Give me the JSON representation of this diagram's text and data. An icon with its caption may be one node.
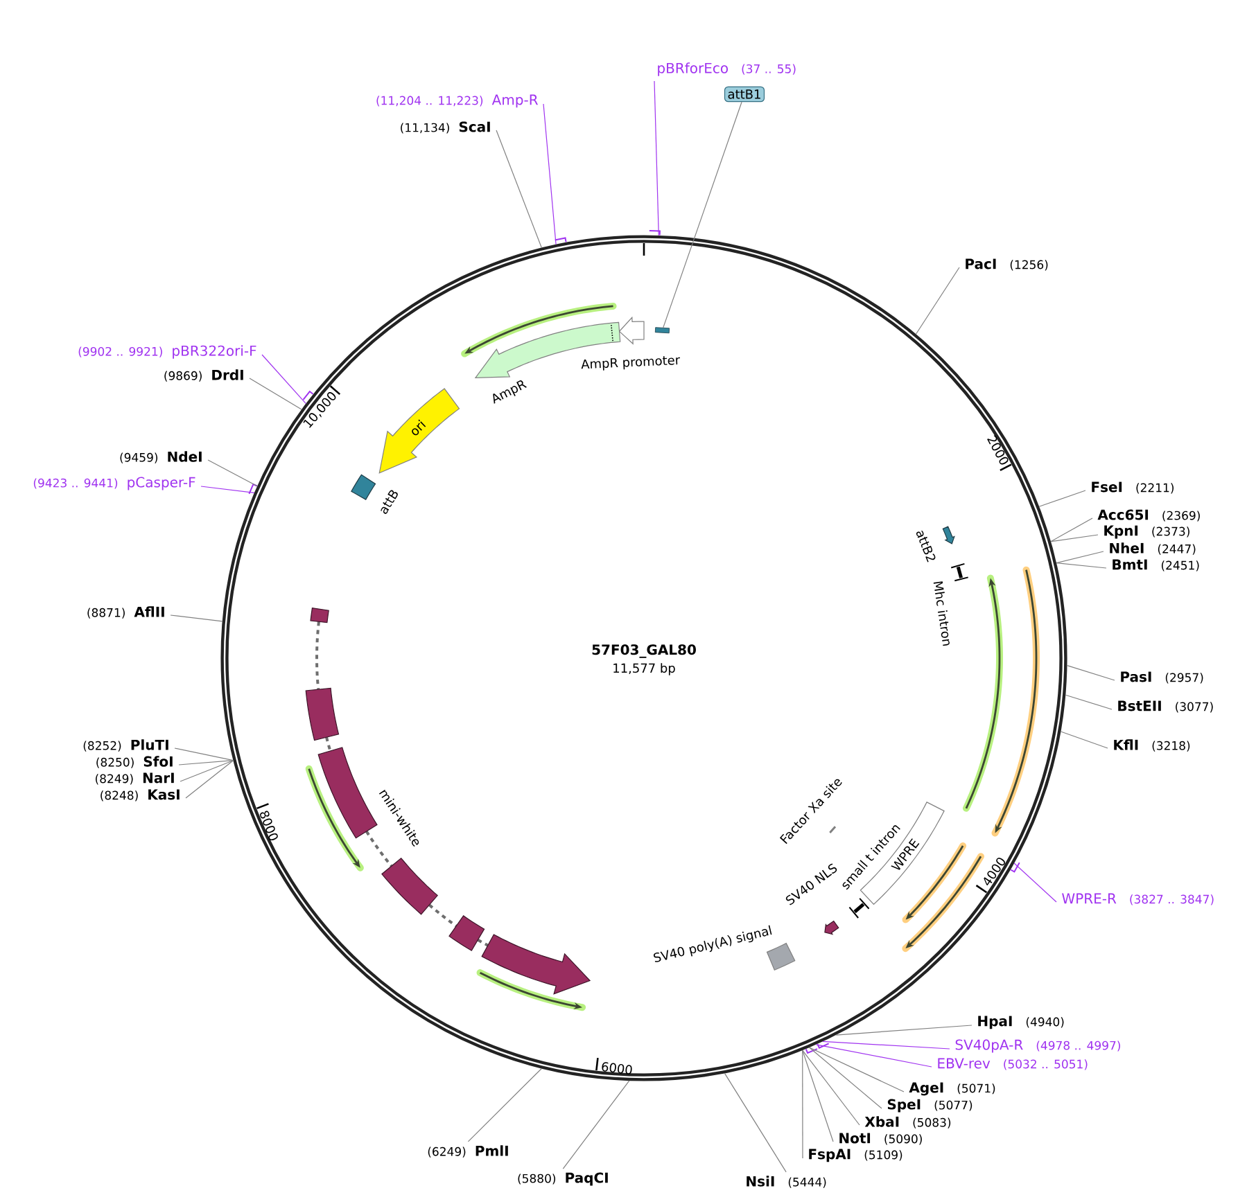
{
  "diagram": {
    "title": "57F03_GAL80",
    "nodes": [
      {
        "text": [],
        "shape": "circle"
      },
      {
        "text": [
          "attB1"
        ]
      },
      {
        "text": [],
        "shape": "box",
        "in": 0
      },
      {
        "text": [
          "AmpR promoter"
        ],
        "in": 0
      },
      {
        "text": [
          "AmpR"
        ],
        "in": 0
      },
      {
        "text": [
          "ori"
        ],
        "in": 0
      },
      {
        "text": [
          "attB"
        ],
        "in": 0
      },
      {
        "text": [
          "attB2"
        ],
        "in": 0
      },
      {
        "text": [
          "Mhc intron"
        ],
        "in": 0
      },
      {
        "text": [
          "WPRE"
        ],
        "in": 0
      },
      {
        "text": [
          "small t intron"
        ],
        "in": 0
      },
      {
        "text": [
          "Factor Xa site"
        ],
        "in": 0
      },
      {
        "text": [
          "SV40 NLS"
        ],
        "in": 0
      },
      {
        "text": [
          "SV40 poly(A) signal"
        ],
        "in": 0
      },
      {
        "text": [
          "mini-white"
        ],
        "in": 0
      },
      {
        "text": [
          "(11,204 .. 11,223)",
          "Amp-R"
        ]
      },
      {
        "text": [
          "(11,134)",
          "ScaI"
        ]
      },
      {
        "text": [
          "pBRforEco",
          "(37 .. 55)"
        ]
      },
      {
        "text": [
          "PacI",
          "(1256)"
        ]
      },
      {
        "text": [
          "FseI",
          "(2211)"
        ]
      },
      {
        "text": [
          "Acc65I",
          "(2369)"
        ]
      },
      {
        "text": [
          "KpnI",
          "(2373)"
        ]
      },
      {
        "text": [
          "NheI",
          "(2447)"
        ]
      },
      {
        "text": [
          "BmtI",
          "(2451)"
        ]
      },
      {
        "text": [
          "PasI",
          "(2957)"
        ]
      },
      {
        "text": [
          "BstEII",
          "(3077)"
        ]
      },
      {
        "text": [
          "KflI",
          "(3218)"
        ]
      },
      {
        "text": [
          "WPRE-R",
          "(3827 .. 3847)"
        ]
      },
      {
        "text": [
          "HpaI",
          "(4940)"
        ]
      },
      {
        "text": [
          "SV40pA-R",
          "(4978 .. 4997)"
        ]
      },
      {
        "text": [
          "EBV-rev",
          "(5032 .. 5051)"
        ]
      },
      {
        "text": [
          "AgeI",
          "(5071)"
        ]
      },
      {
        "text": [
          "SpeI",
          "(5077)"
        ]
      },
      {
        "text": [
          "XbaI",
          "(5083)"
        ]
      },
      {
        "text": [
          "NotI",
          "(5090)"
        ]
      },
      {
        "text": [
          "FspAI",
          "(5109)"
        ]
      },
      {
        "text": [
          "NsiI",
          "(5444)"
        ]
      },
      {
        "text": [
          "(5880)",
          "PaqCI"
        ]
      },
      {
        "text": [
          "(6249)",
          "PmlI"
        ]
      },
      {
        "text": [
          "(8252)",
          "PluTI"
        ]
      },
      {
        "text": [
          "(8250)",
          "SfoI"
        ]
      },
      {
        "text": [
          "(8249)",
          "NarI"
        ]
      },
      {
        "text": [
          "(8248)",
          "KasI"
        ]
      },
      {
        "text": [
          "(8871)",
          "AflII"
        ]
      },
      {
        "text": [
          "(9459)",
          "NdeI"
        ]
      },
      {
        "text": [
          "(9423 .. 9441)",
          "pCasper-F"
        ]
      },
      {
        "text": [
          "(9869)",
          "DrdI"
        ]
      },
      {
        "text": [
          "(9902 .. 9921)",
          "pBR322ori-F"
        ]
      }
    ],
    "edges": [
      {
        "from": 1,
        "to": 2,
        "arrow": "none"
      },
      {
        "from": 15,
        "to": 0,
        "arrow": "none",
        "color": "#a033f0"
      },
      {
        "from": 16,
        "to": 0,
        "arrow": "none"
      },
      {
        "from": 17,
        "to": 0,
        "arrow": "none",
        "color": "#a033f0"
      },
      {
        "from": 18,
        "to": 0,
        "arrow": "none"
      },
      {
        "from": 19,
        "to": 0,
        "arrow": "none"
      },
      {
        "from": 20,
        "to": 0,
        "arrow": "none"
      },
      {
        "from": 21,
        "to": 0,
        "arrow": "none"
      },
      {
        "from": 22,
        "to": 0,
        "arrow": "none"
      },
      {
        "from": 23,
        "to": 0,
        "arrow": "none"
      },
      {
        "from": 24,
        "to": 0,
        "arrow": "none"
      },
      {
        "from": 25,
        "to": 0,
        "arrow": "none"
      },
      {
        "from": 26,
        "to": 0,
        "arrow": "none"
      },
      {
        "from": 27,
        "to": 0,
        "arrow": "none",
        "color": "#a033f0"
      },
      {
        "from": 28,
        "to": 0,
        "arrow": "none"
      },
      {
        "from": 29,
        "to": 0,
        "arrow": "none",
        "color": "#a033f0"
      },
      {
        "from": 30,
        "to": 0,
        "arrow": "none",
        "color": "#a033f0"
      },
      {
        "from": 31,
        "to": 0,
        "arrow": "none"
      },
      {
        "from": 32,
        "to": 0,
        "arrow": "none"
      },
      {
        "from": 33,
        "to": 0,
        "arrow": "none"
      },
      {
        "from": 34,
        "to": 0,
        "arrow": "none"
      },
      {
        "from": 35,
        "to": 0,
        "arrow": "none"
      },
      {
        "from": 36,
        "to": 0,
        "arrow": "none"
      },
      {
        "from": 37,
        "to": 0,
        "arrow": "none"
      },
      {
        "from": 38,
        "to": 0,
        "arrow": "none"
      },
      {
        "from": 39,
        "to": 0,
        "arrow": "none"
      },
      {
        "from": 40,
        "to": 0,
        "arrow": "none"
      },
      {
        "from": 41,
        "to": 0,
        "arrow": "none"
      },
      {
        "from": 42,
        "to": 0,
        "arrow": "none"
      },
      {
        "from": 43,
        "to": 0,
        "arrow": "none"
      },
      {
        "from": 44,
        "to": 0,
        "arrow": "none"
      },
      {
        "from": 45,
        "to": 0,
        "arrow": "none",
        "color": "#a033f0"
      },
      {
        "from": 46,
        "to": 0,
        "arrow": "none"
      },
      {
        "from": 47,
        "to": 0,
        "arrow": "none",
        "color": "#a033f0"
      }
    ],
    "labels": [
      "10,000",
      "2000",
      "11,577 bp",
      "8000",
      "4000",
      "6000"
    ]
  }
}
